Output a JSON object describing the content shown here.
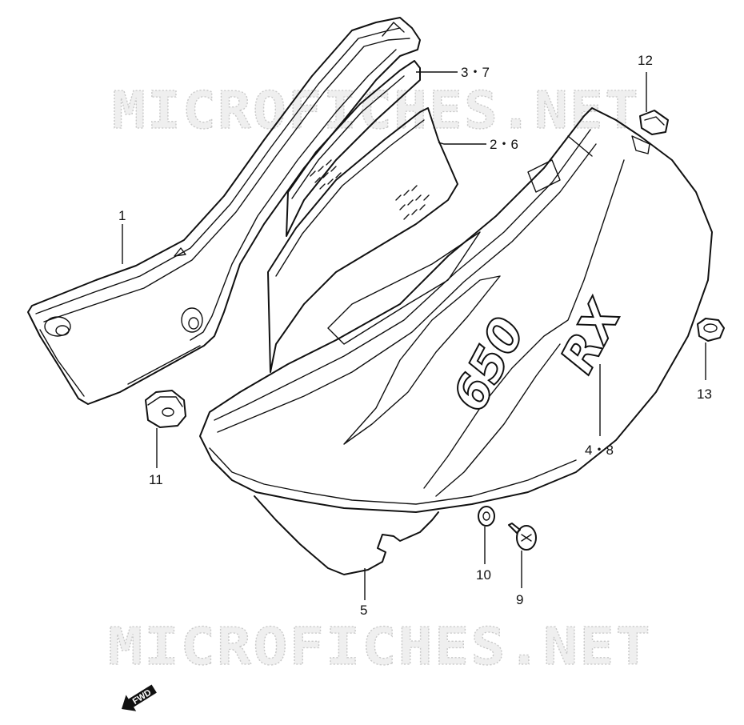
{
  "watermark": {
    "top": "MICROFICHES.NET",
    "bottom": "MICROFICHES.NET"
  },
  "decal_text": {
    "model": "650",
    "suffix": "RX"
  },
  "direction_badge": {
    "label": "FWD"
  },
  "callouts": {
    "c1": "1",
    "c37": "3・7",
    "c26": "2・6",
    "c12": "12",
    "c11": "11",
    "c13": "13",
    "c48": "4・8",
    "c5": "5",
    "c10": "10",
    "c9": "9"
  }
}
